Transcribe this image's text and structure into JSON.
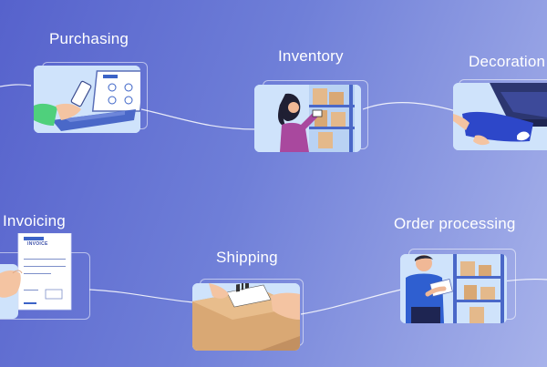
{
  "stages": [
    {
      "id": "purchasing",
      "label": "Purchasing",
      "illustration": "hand-holding-phone-at-laptop-icon"
    },
    {
      "id": "inventory",
      "label": "Inventory",
      "illustration": "woman-scanning-warehouse-shelves-icon"
    },
    {
      "id": "decoration",
      "label": "Decoration",
      "illustration": "fabric-under-printer-icon"
    },
    {
      "id": "invoicing",
      "label": "Invoicing",
      "illustration": "hand-holding-invoice-icon"
    },
    {
      "id": "shipping",
      "label": "Shipping",
      "illustration": "hands-labeling-box-icon"
    },
    {
      "id": "order-processing",
      "label": "Order processing",
      "illustration": "man-with-clipboard-at-shelves-icon"
    }
  ],
  "invoice": {
    "heading": "INVOICE"
  },
  "colors": {
    "background_start": "#5662cc",
    "background_end": "#a7b2ea",
    "card_bg": "#cfe3fb",
    "connector": "#ffffff"
  }
}
